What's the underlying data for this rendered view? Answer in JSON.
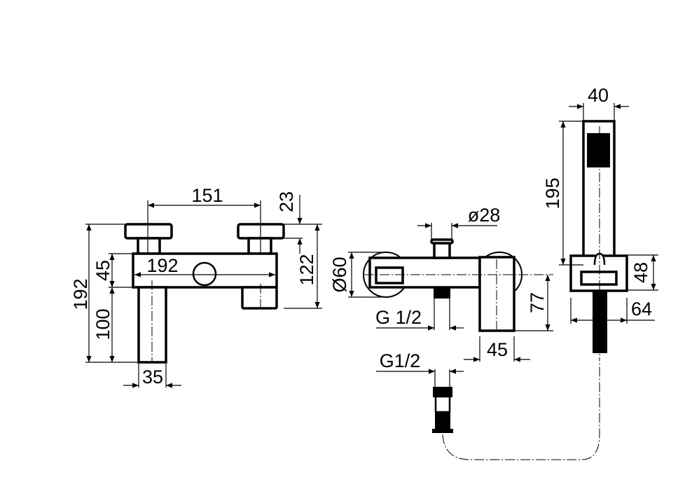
{
  "drawing": {
    "colors": {
      "line": "#000000",
      "background": "#ffffff"
    },
    "front_view": {
      "handle_spacing": "151",
      "handle_height": "23",
      "total_height": "192",
      "body_height": "45",
      "spout_length": "100",
      "body_width": "192",
      "outlet_height": "122",
      "spout_width": "35"
    },
    "side_view": {
      "outlet_diameter": "ø28",
      "cover_diameter": "Ø60",
      "inlet_thread": "G 1/2",
      "lever_height": "77",
      "lever_width": "45",
      "hose_thread": "G1/2"
    },
    "hand_shower": {
      "head_width": "40",
      "head_length": "195",
      "holder_height": "48",
      "holder_width": "64"
    }
  }
}
